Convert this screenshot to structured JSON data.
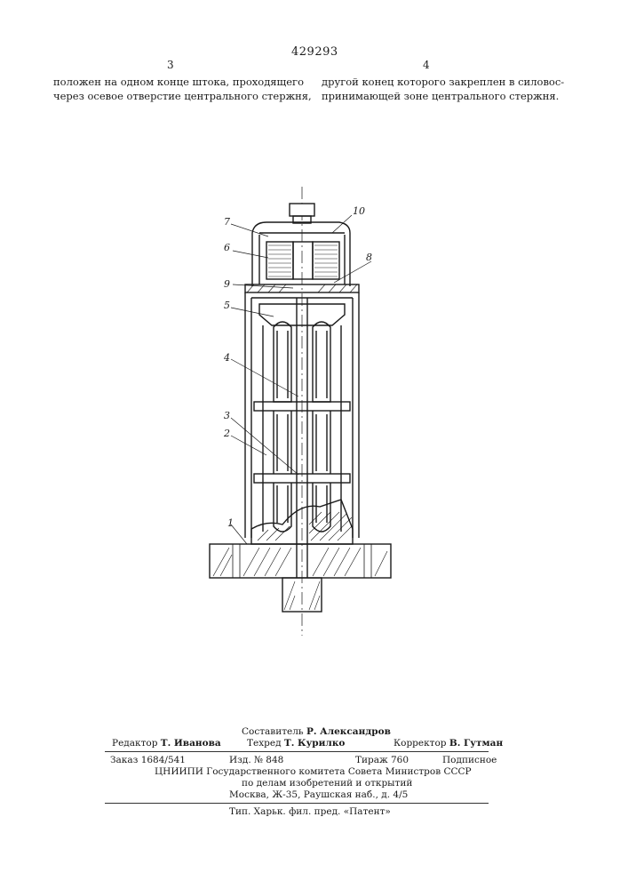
{
  "header": {
    "patent_number": "429293",
    "left_page": "3",
    "right_page": "4"
  },
  "body_text": {
    "left": [
      "положен на одном конце штока, проходящего",
      "через осевое отверстие центрального стержня,"
    ],
    "right": [
      "другой конец которого закреплен в силовос-",
      "принимающей зоне центрального стержня."
    ]
  },
  "figure": {
    "labels": [
      "10",
      "7",
      "6",
      "8",
      "9",
      "5",
      "4",
      "3",
      "2",
      "1"
    ]
  },
  "imprint": {
    "compiler_label": "Составитель",
    "compiler_name": "Р. Александров",
    "editor_label": "Редактор",
    "editor_name": "Т. Иванова",
    "techred_label": "Техред",
    "techred_name": "Т. Курилко",
    "corrector_label": "Корректор",
    "corrector_name": "В. Гутман",
    "order": "Заказ 1684/541",
    "edition": "Изд. № 848",
    "circulation": "Тираж 760",
    "subscription": "Подписное",
    "institute_line1": "ЦНИИПИ Государственного комитета Совета Министров СССР",
    "institute_line2": "по делам изобретений и открытий",
    "institute_line3": "Москва, Ж-35, Раушская наб., д. 4/5",
    "printer": "Тип. Харьк. фил. пред. «Патент»"
  }
}
